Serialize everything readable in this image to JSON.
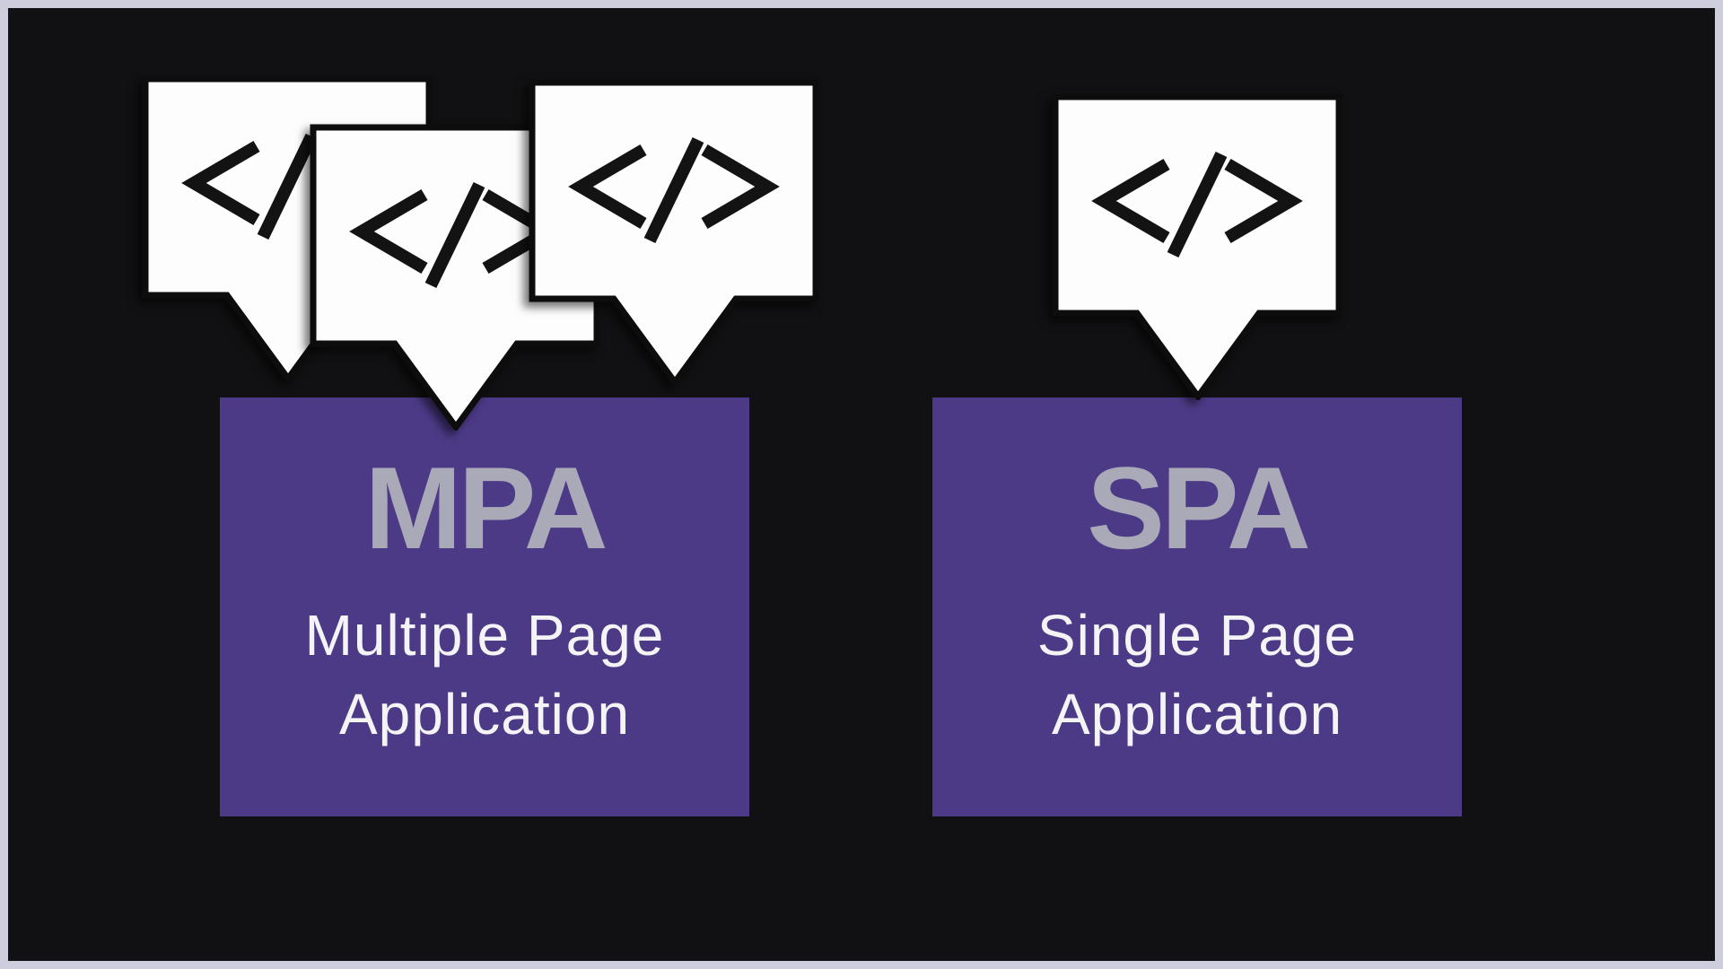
{
  "slide": {
    "description": "Comparison diagram of MPA versus SPA web application architectures",
    "theme": {
      "frame_color": "#cdcdde",
      "background_color": "#111113",
      "box_color": "#4d3a87",
      "abbr_color": "#a9a9b8",
      "name_color": "#f4f4f6",
      "bubble_fill": "#fdfdfd",
      "bubble_stroke": "#0d0d0e",
      "glyph_color": "#131314"
    },
    "mpa": {
      "abbr": "MPA",
      "name_lines": [
        "Multiple Page",
        "Application"
      ],
      "bubble_count": 3,
      "bubble_icon": "code-tag-icon",
      "bubble_glyph": "</>",
      "bubble_label": "code page"
    },
    "spa": {
      "abbr": "SPA",
      "name_lines": [
        "Single Page",
        "Application"
      ],
      "bubble_count": 1,
      "bubble_icon": "code-tag-icon",
      "bubble_glyph": "</>",
      "bubble_label": "code page"
    }
  }
}
